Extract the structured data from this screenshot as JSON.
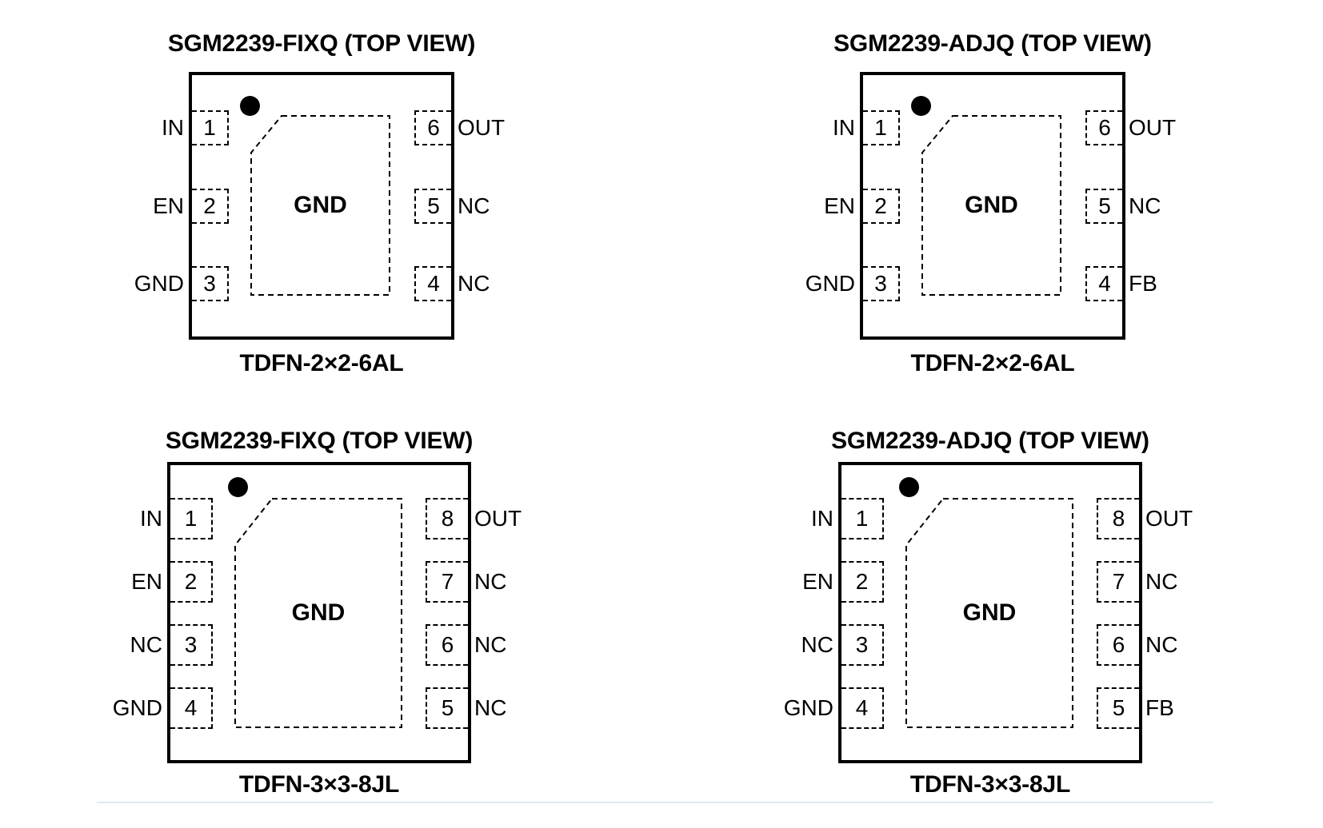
{
  "figure": {
    "ink_color": "#000000",
    "divider_color": "#dde9ee",
    "diagrams": [
      {
        "title": "SGM2239-FIXQ (TOP VIEW)",
        "package": "TDFN-2×2-6AL",
        "center_pad": "GND",
        "left_pins": [
          {
            "num": "1",
            "label": "IN"
          },
          {
            "num": "2",
            "label": "EN"
          },
          {
            "num": "3",
            "label": "GND"
          }
        ],
        "right_pins": [
          {
            "num": "6",
            "label": "OUT"
          },
          {
            "num": "5",
            "label": "NC"
          },
          {
            "num": "4",
            "label": "NC"
          }
        ]
      },
      {
        "title": "SGM2239-ADJQ (TOP VIEW)",
        "package": "TDFN-2×2-6AL",
        "center_pad": "GND",
        "left_pins": [
          {
            "num": "1",
            "label": "IN"
          },
          {
            "num": "2",
            "label": "EN"
          },
          {
            "num": "3",
            "label": "GND"
          }
        ],
        "right_pins": [
          {
            "num": "6",
            "label": "OUT"
          },
          {
            "num": "5",
            "label": "NC"
          },
          {
            "num": "4",
            "label": "FB"
          }
        ]
      },
      {
        "title": "SGM2239-FIXQ (TOP VIEW)",
        "package": "TDFN-3×3-8JL",
        "center_pad": "GND",
        "left_pins": [
          {
            "num": "1",
            "label": "IN"
          },
          {
            "num": "2",
            "label": "EN"
          },
          {
            "num": "3",
            "label": "NC"
          },
          {
            "num": "4",
            "label": "GND"
          }
        ],
        "right_pins": [
          {
            "num": "8",
            "label": "OUT"
          },
          {
            "num": "7",
            "label": "NC"
          },
          {
            "num": "6",
            "label": "NC"
          },
          {
            "num": "5",
            "label": "NC"
          }
        ]
      },
      {
        "title": "SGM2239-ADJQ (TOP VIEW)",
        "package": "TDFN-3×3-8JL",
        "center_pad": "GND",
        "left_pins": [
          {
            "num": "1",
            "label": "IN"
          },
          {
            "num": "2",
            "label": "EN"
          },
          {
            "num": "3",
            "label": "NC"
          },
          {
            "num": "4",
            "label": "GND"
          }
        ],
        "right_pins": [
          {
            "num": "8",
            "label": "OUT"
          },
          {
            "num": "7",
            "label": "NC"
          },
          {
            "num": "6",
            "label": "NC"
          },
          {
            "num": "5",
            "label": "FB"
          }
        ]
      }
    ]
  }
}
